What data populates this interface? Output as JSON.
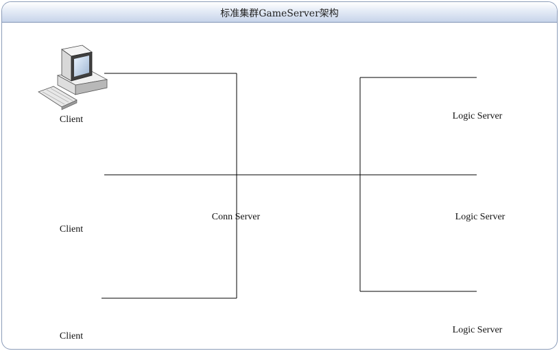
{
  "title": "标准集群GameServer架构",
  "nodes": {
    "client_top": "Client",
    "client_mid": "Client",
    "client_bottom": "Client",
    "conn_server": "Conn Server",
    "logic_top": "Logic Server",
    "logic_mid": "Logic Server",
    "logic_bottom": "Logic Server"
  },
  "colors": {
    "accent_red": "#d21010",
    "server_beige": "#e8dcb8",
    "line": "#000000"
  },
  "icons": [
    "desktop-computer-icon",
    "monitor-icon",
    "laptop-icon",
    "server-icon",
    "load-balancer-icon",
    "user-icon"
  ]
}
